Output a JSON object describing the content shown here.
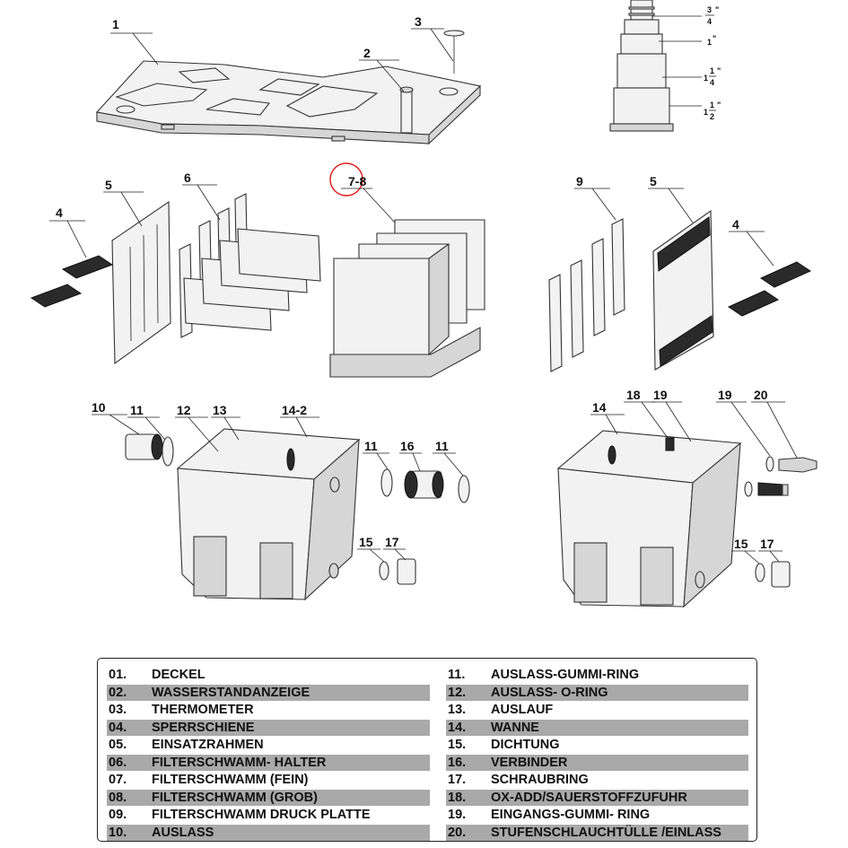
{
  "diagram": {
    "callouts": [
      "1",
      "2",
      "3",
      "4",
      "5",
      "6",
      "7-8",
      "9",
      "5",
      "4",
      "10",
      "11",
      "12",
      "13",
      "14-2",
      "11",
      "16",
      "11",
      "15",
      "17",
      "14",
      "18",
      "19",
      "19",
      "20",
      "15",
      "17"
    ],
    "adapter_sizes": [
      {
        "whole": "",
        "num": "3",
        "den": "4",
        "mark": "\""
      },
      {
        "whole": "1",
        "num": "",
        "den": "",
        "mark": "\""
      },
      {
        "whole": "1",
        "num": "1",
        "den": "4",
        "mark": "\""
      },
      {
        "whole": "1",
        "num": "1",
        "den": "2",
        "mark": "\""
      }
    ],
    "highlight_color": "#e02020"
  },
  "legend": {
    "left": [
      {
        "num": "01.",
        "text": "DECKEL",
        "shaded": false
      },
      {
        "num": "02.",
        "text": "WASSERSTANDANZEIGE",
        "shaded": true
      },
      {
        "num": "03.",
        "text": "THERMOMETER",
        "shaded": false
      },
      {
        "num": "04.",
        "text": "SPERRSCHIENE",
        "shaded": true
      },
      {
        "num": "05.",
        "text": "EINSATZRAHMEN",
        "shaded": false
      },
      {
        "num": "06.",
        "text": "FILTERSCHWAMM- HALTER",
        "shaded": true
      },
      {
        "num": "07.",
        "text": "FILTERSCHWAMM (FEIN)",
        "shaded": false
      },
      {
        "num": "08.",
        "text": "FILTERSCHWAMM (GROB)",
        "shaded": true
      },
      {
        "num": "09.",
        "text": "FILTERSCHWAMM DRUCK PLATTE",
        "shaded": false
      },
      {
        "num": "10.",
        "text": "AUSLASS",
        "shaded": true
      }
    ],
    "right": [
      {
        "num": "11.",
        "text": "AUSLASS-GUMMI-RING",
        "shaded": false
      },
      {
        "num": "12.",
        "text": "AUSLASS- O-RING",
        "shaded": true
      },
      {
        "num": "13.",
        "text": "AUSLAUF",
        "shaded": false
      },
      {
        "num": "14.",
        "text": "WANNE",
        "shaded": true
      },
      {
        "num": "15.",
        "text": "DICHTUNG",
        "shaded": false
      },
      {
        "num": "16.",
        "text": "VERBINDER",
        "shaded": true
      },
      {
        "num": "17.",
        "text": "SCHRAUBRING",
        "shaded": false
      },
      {
        "num": "18.",
        "text": "OX-ADD/SAUERSTOFFZUFUHR",
        "shaded": true
      },
      {
        "num": "19.",
        "text": "EINGANGS-GUMMI- RING",
        "shaded": false
      },
      {
        "num": "20.",
        "text": "STUFENSCHLAUCHTÜLLE /EINLASS",
        "shaded": true
      }
    ]
  }
}
